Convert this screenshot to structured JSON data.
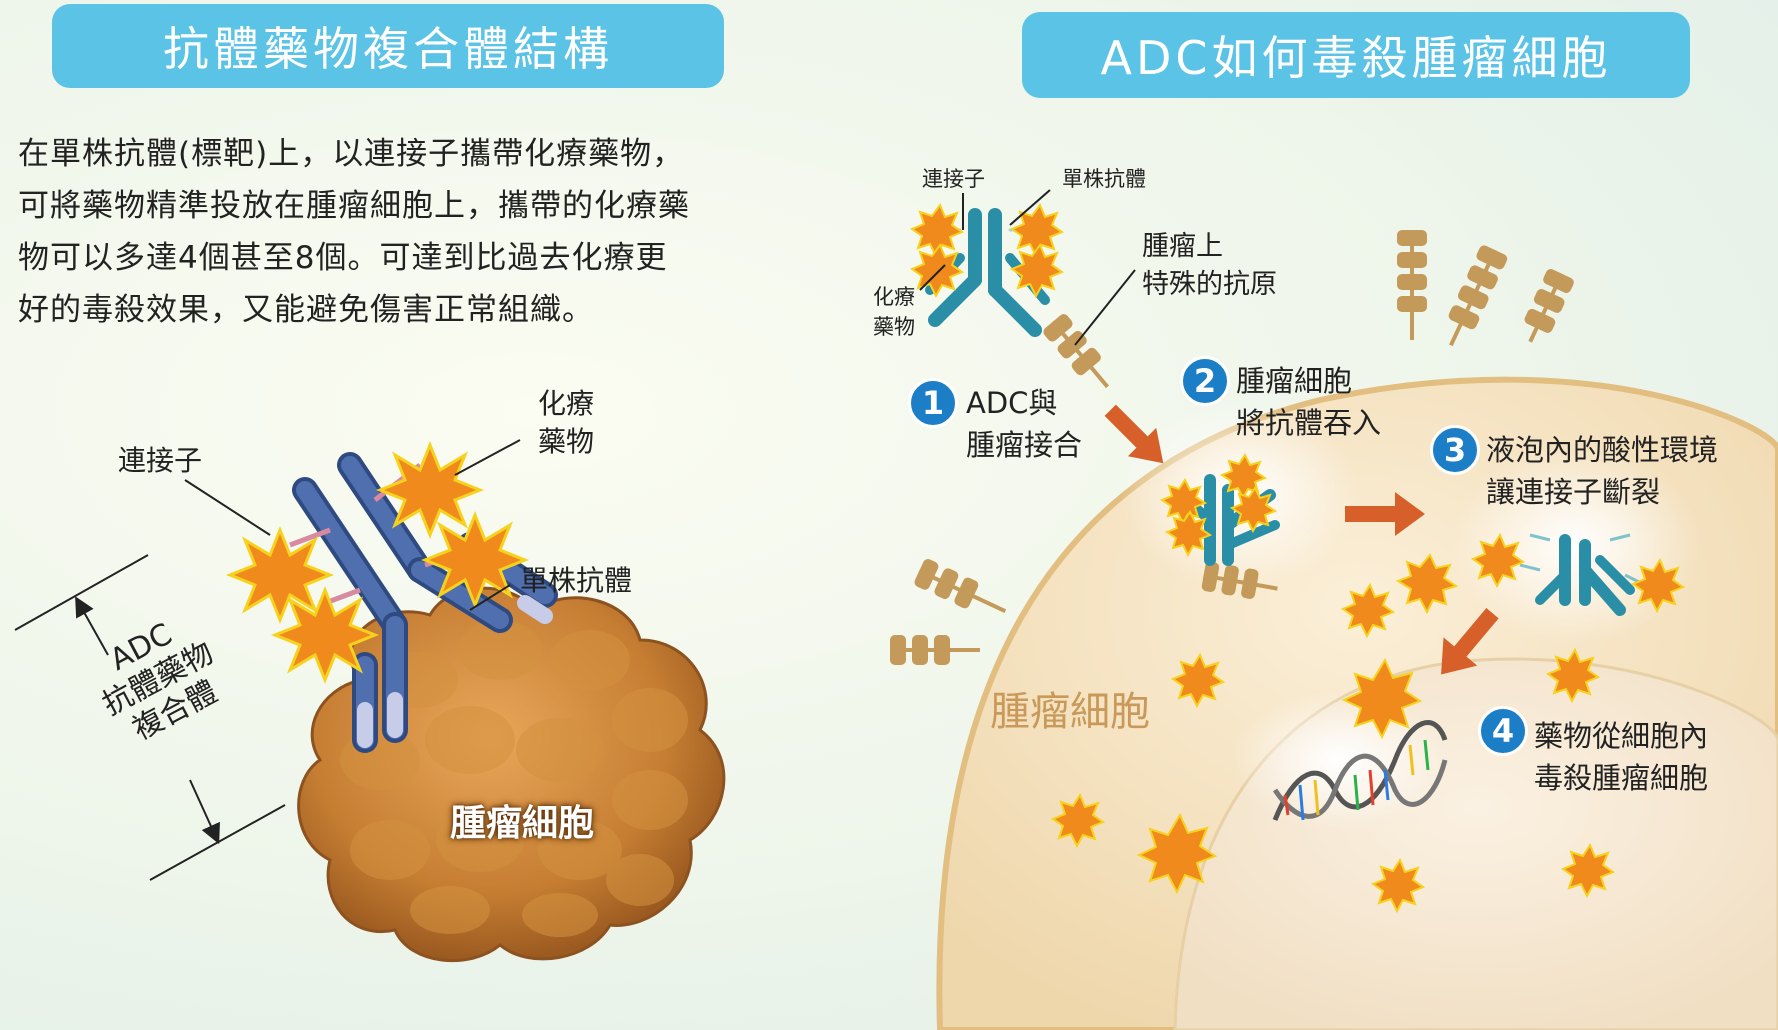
{
  "left_panel": {
    "title": "抗體藥物複合體結構",
    "description_lines": [
      "在單株抗體(標靶)上，以連接子攜帶化療藥物，",
      "可將藥物精準投放在腫瘤細胞上，攜帶的化療藥",
      "物可以多達4個甚至8個。可達到比過去化療更",
      "好的毒殺效果，又能避免傷害正常組織。"
    ],
    "labels": {
      "chemo_line1": "化療",
      "chemo_line2": "藥物",
      "linker": "連接子",
      "antibody": "單株抗體",
      "adc_line1": "ADC",
      "adc_line2": "抗體藥物",
      "adc_line3": "複合體",
      "tumor_cell": "腫瘤細胞"
    }
  },
  "right_panel": {
    "title": "ADC如何毒殺腫瘤細胞",
    "labels": {
      "linker": "連接子",
      "antibody": "單株抗體",
      "chemo_line1": "化療",
      "chemo_line2": "藥物",
      "antigen_line1": "腫瘤上",
      "antigen_line2": "特殊的抗原",
      "tumor_cell": "腫瘤細胞"
    },
    "steps": [
      {
        "num": "1",
        "line1": "ADC與",
        "line2": "腫瘤接合"
      },
      {
        "num": "2",
        "line1": "腫瘤細胞",
        "line2": "將抗體吞入"
      },
      {
        "num": "3",
        "line1": "液泡內的酸性環境",
        "line2": "讓連接子斷裂"
      },
      {
        "num": "4",
        "line1": "藥物從細胞內",
        "line2": "毒殺腫瘤細胞"
      }
    ]
  },
  "colors": {
    "banner": "#5bc3e6",
    "step_badge": "#1d7ec8",
    "antibody_left": "#3f5f9a",
    "antibody_right": "#2a8fa6",
    "drug": "#f08a1c",
    "tumor": "#c98436",
    "arrow": "#d7602a"
  }
}
